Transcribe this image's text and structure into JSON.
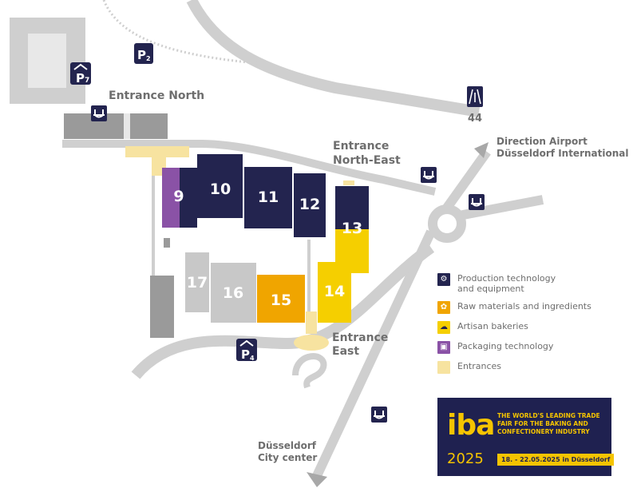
{
  "labels": {
    "entrance_north": "Entrance North",
    "entrance_ne_1": "Entrance",
    "entrance_ne_2": "North-East",
    "entrance_east_1": "Entrance",
    "entrance_east_2": "East",
    "airport_1": "Direction Airport",
    "airport_2": "Düsseldorf International",
    "city_1": "Düsseldorf",
    "city_2": "City center",
    "motorway": "44"
  },
  "parking": [
    {
      "id": "P7",
      "letter": "P",
      "num": "7"
    },
    {
      "id": "P2",
      "letter": "P",
      "num": "2"
    },
    {
      "id": "P4",
      "letter": "P",
      "num": "4"
    }
  ],
  "halls": [
    {
      "num": "9",
      "category": "packaging"
    },
    {
      "num": "10",
      "category": "production"
    },
    {
      "num": "11",
      "category": "production"
    },
    {
      "num": "12",
      "category": "production"
    },
    {
      "num": "13",
      "category": "production+artisan"
    },
    {
      "num": "14",
      "category": "artisan"
    },
    {
      "num": "15",
      "category": "raw"
    },
    {
      "num": "16",
      "category": "other"
    },
    {
      "num": "17",
      "category": "other"
    }
  ],
  "legend": [
    {
      "key": "production",
      "text_1": "Production technology",
      "text_2": "and equipment",
      "color": "#23244f",
      "icon": "machine-icon"
    },
    {
      "key": "raw",
      "text_1": "Raw materials and ingredients",
      "text_2": "",
      "color": "#f0a500",
      "icon": "wheat-icon"
    },
    {
      "key": "artisan",
      "text_1": "Artisan bakeries",
      "text_2": "",
      "color": "#f5cf00",
      "icon": "baker-hat-icon"
    },
    {
      "key": "packaging",
      "text_1": "Packaging technology",
      "text_2": "",
      "color": "#8a52a6",
      "icon": "package-icon"
    },
    {
      "key": "entrances",
      "text_1": "Entrances",
      "text_2": "",
      "color": "#f7e3a0",
      "icon": ""
    }
  ],
  "promo": {
    "logo": "iba",
    "tagline_1": "THE WORLD'S LEADING TRADE",
    "tagline_2": "FAIR FOR THE BAKING AND",
    "tagline_3": "CONFECTIONERY INDUSTRY",
    "year": "2025",
    "dates": "18. - 22.05.2025 in Düsseldorf"
  },
  "colors": {
    "road": "#cfcfcf",
    "hall_grey": "#c8c8c8",
    "dark_grey": "#9a9a9a",
    "navy": "#23244f",
    "orange": "#f0a500",
    "yellow": "#f5cf00",
    "purple": "#8a52a6",
    "entrance": "#f7e3a0"
  }
}
